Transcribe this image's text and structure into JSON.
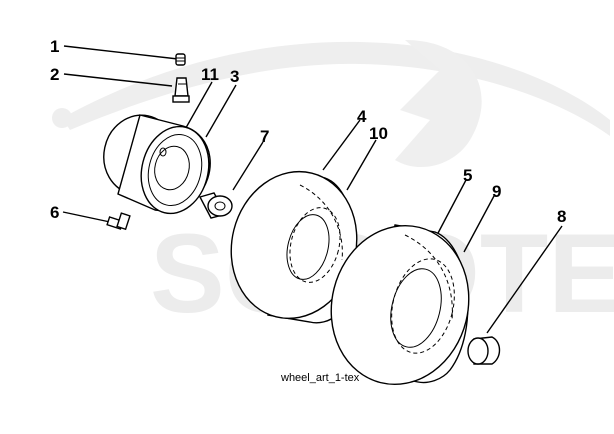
{
  "watermark": {
    "text": "SCOOTER"
  },
  "caption": "wheel_art_1-tex",
  "callouts": {
    "c1": "1",
    "c2": "2",
    "c3": "3",
    "c4": "4",
    "c5": "5",
    "c6": "6",
    "c7": "7",
    "c8": "8",
    "c9": "9",
    "c10": "10",
    "c11": "11"
  }
}
